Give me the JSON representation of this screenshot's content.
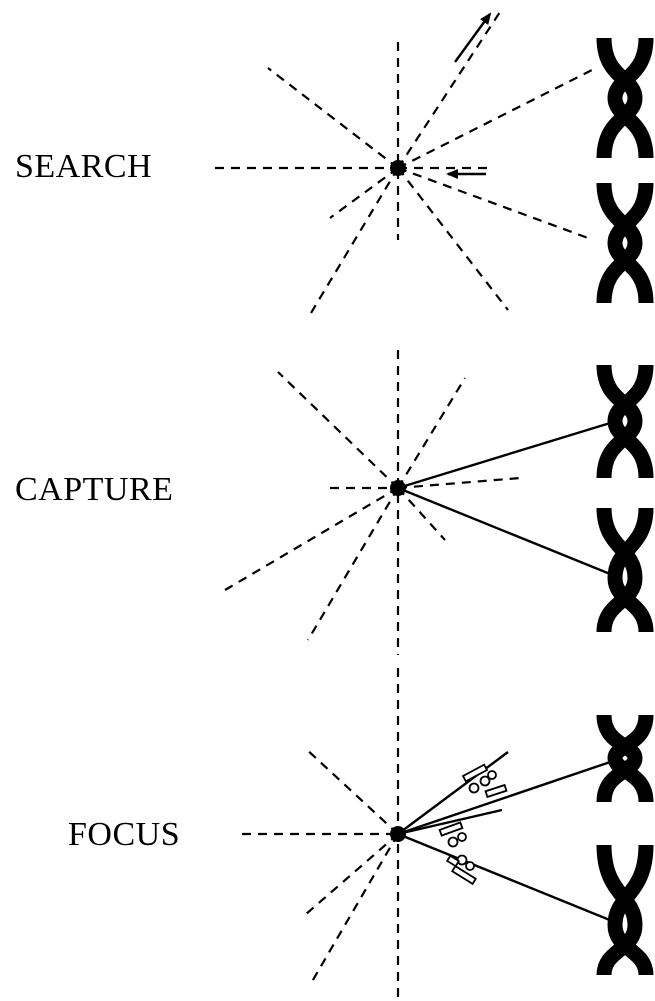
{
  "figure": {
    "stages": [
      {
        "key": "search",
        "label": "SEARCH"
      },
      {
        "key": "capture",
        "label": "CAPTURE"
      },
      {
        "key": "focus",
        "label": "FOCUS"
      }
    ],
    "colors": {
      "ink": "#000000",
      "background": "#ffffff"
    }
  }
}
